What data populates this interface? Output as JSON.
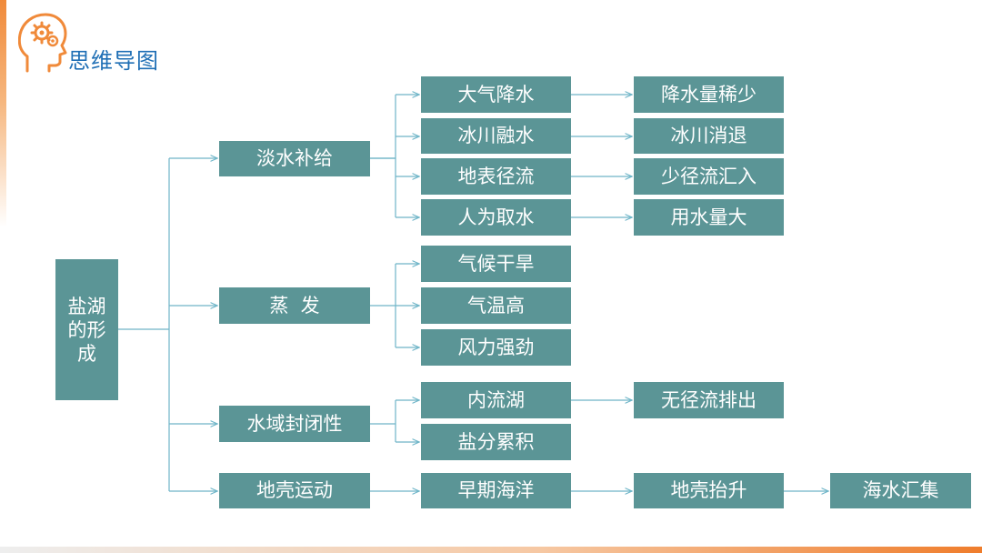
{
  "header": {
    "title": "思维导图",
    "logo_icon": "head-with-gears-icon"
  },
  "colors": {
    "node_fill": "#5b9596",
    "node_text": "#ffffff",
    "connector": "#6fb5c8",
    "title": "#1f6fb5",
    "accent_orange": "#ef7d2c"
  },
  "mindmap": {
    "root": "盐湖的形成",
    "branches": [
      {
        "label": "淡水补给",
        "children": [
          {
            "label": "大气降水",
            "result": "降水量稀少"
          },
          {
            "label": "冰川融水",
            "result": "冰川消退"
          },
          {
            "label": "地表径流",
            "result": "少径流汇入"
          },
          {
            "label": "人为取水",
            "result": "用水量大"
          }
        ]
      },
      {
        "label": "蒸  发",
        "children": [
          {
            "label": "气候干旱"
          },
          {
            "label": "气温高"
          },
          {
            "label": "风力强劲"
          }
        ]
      },
      {
        "label": "水域封闭性",
        "children": [
          {
            "label": "内流湖",
            "result": "无径流排出"
          },
          {
            "label": "盐分累积"
          }
        ]
      },
      {
        "label": "地壳运动",
        "chain": [
          "早期海洋",
          "地壳抬升",
          "海水汇集"
        ]
      }
    ]
  }
}
